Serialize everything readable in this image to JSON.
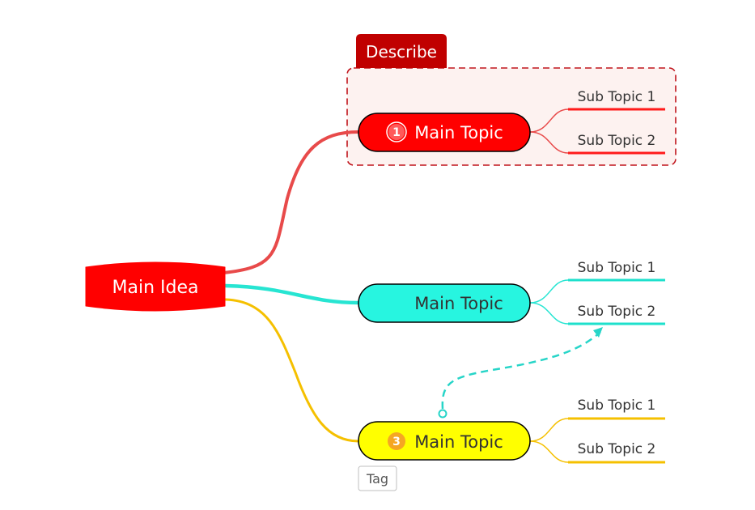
{
  "central": {
    "label": "Main Idea",
    "color": "#ff0000"
  },
  "boundary": {
    "label": "Describe",
    "border_color": "#c0141c",
    "fill": "#fdf2f0",
    "label_bg": "#c00000"
  },
  "branches": [
    {
      "label": "Main Topic",
      "marker": "1",
      "marker_icon": "priority-1-icon",
      "fill": "#ff0000",
      "text_color": "#ffffff",
      "line_color": "#e84a4a",
      "subtopics": [
        "Sub Topic 1",
        "Sub Topic 2"
      ],
      "sub_line_color": "#ff1a1a"
    },
    {
      "label": "Main Topic",
      "marker": "",
      "fill": "#27f5e0",
      "text_color": "#333333",
      "line_color": "#27e5d2",
      "subtopics": [
        "Sub Topic 1",
        "Sub Topic 2"
      ],
      "sub_line_color": "#1ee0cc"
    },
    {
      "label": "Main Topic",
      "marker": "3",
      "marker_icon": "priority-3-icon",
      "fill": "#ffff00",
      "text_color": "#333333",
      "line_color": "#f5c000",
      "subtopics": [
        "Sub Topic 1",
        "Sub Topic 2"
      ],
      "sub_line_color": "#f5c000",
      "tag": "Tag"
    }
  ],
  "relationship": {
    "color": "#27d5c8",
    "style": "dashed"
  }
}
